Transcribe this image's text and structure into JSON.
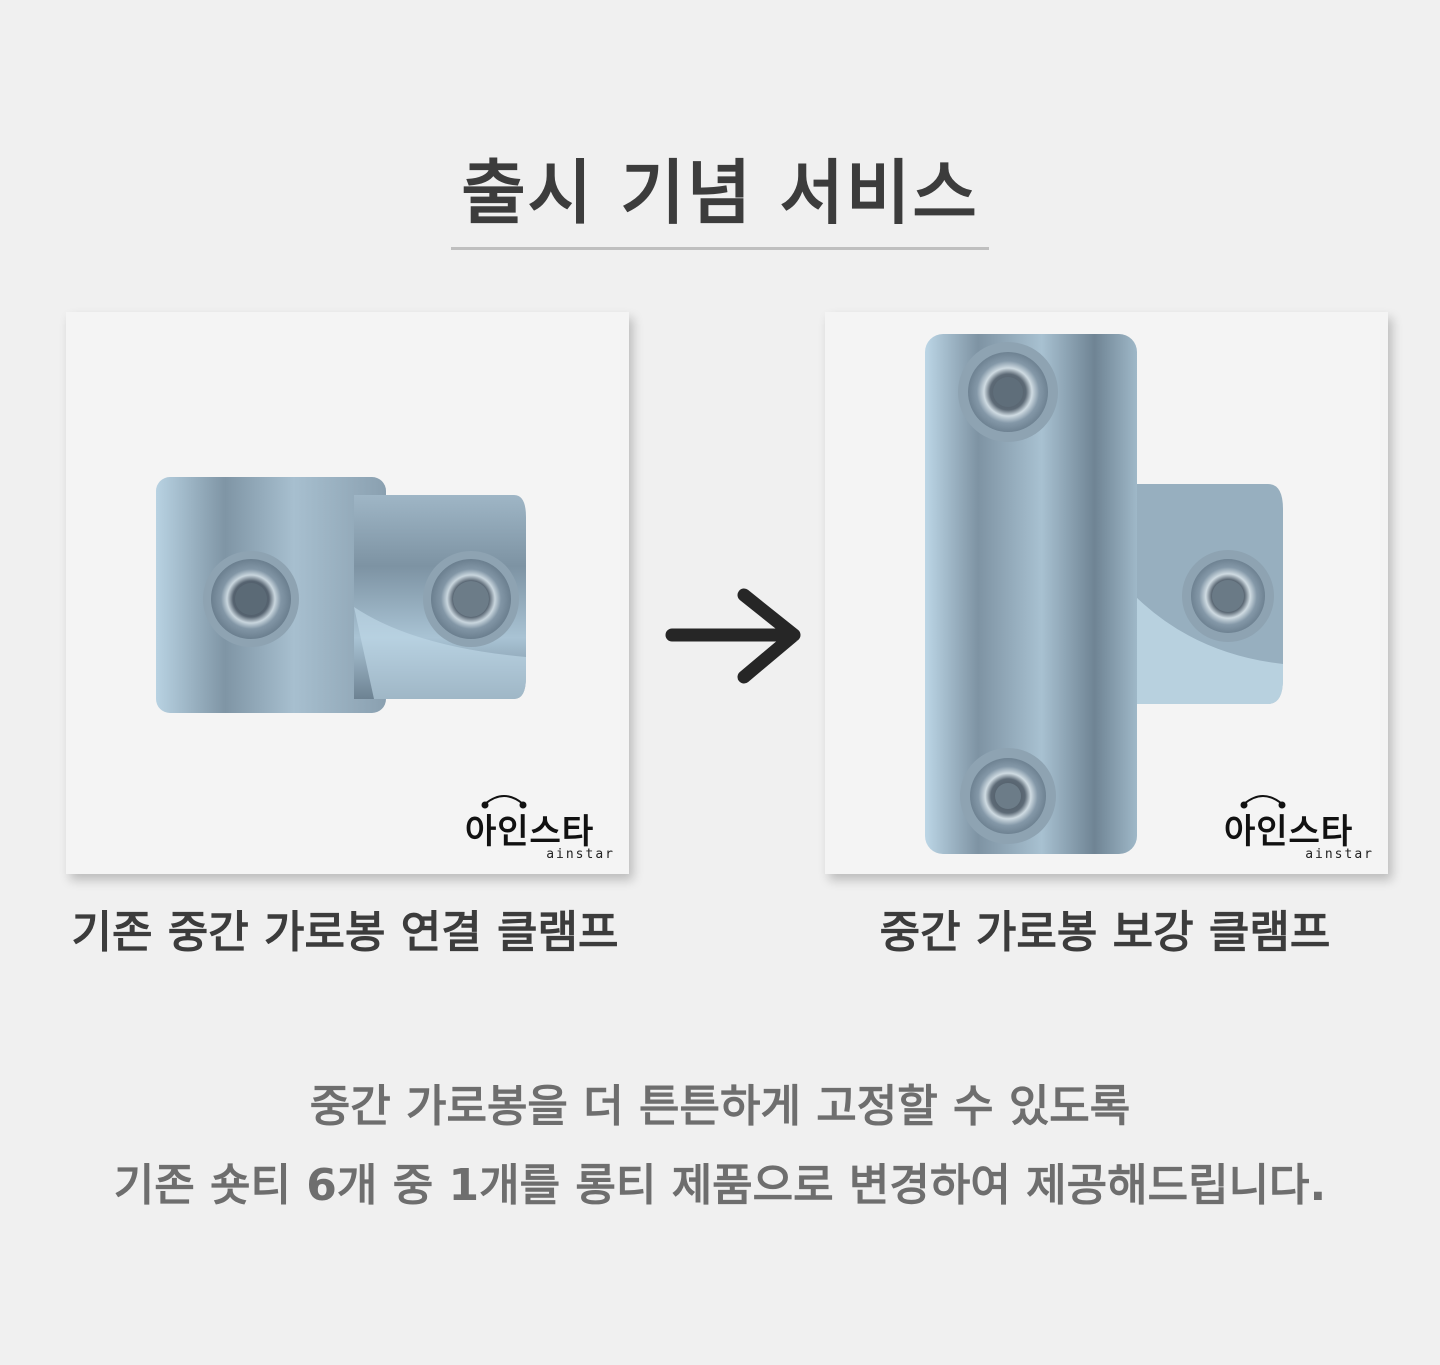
{
  "header": {
    "title": "출시 기념 서비스"
  },
  "comparison": {
    "before": {
      "caption": "기존 중간 가로봉 연결 클램프",
      "image_alt": "short tee clamp (2 set screws)"
    },
    "arrow_icon": "arrow-right-icon",
    "after": {
      "caption": "중간 가로봉 보강 클램프",
      "image_alt": "long tee clamp (3 set screws)"
    }
  },
  "brand": {
    "logo_korean": "아인스타",
    "logo_english": "ainstar"
  },
  "description": {
    "line1": "중간 가로봉을 더 튼튼하게 고정할 수 있도록",
    "line2": "기존 숏티 6개 중 1개를 롱티 제품으로 변경하여 제공해드립니다."
  },
  "colors": {
    "background": "#f0f0f0",
    "card": "#f4f4f4",
    "title_text": "#3c3c3c",
    "description_text": "#6e6e6e",
    "underline": "#bfbfbf",
    "arrow": "#262626"
  }
}
